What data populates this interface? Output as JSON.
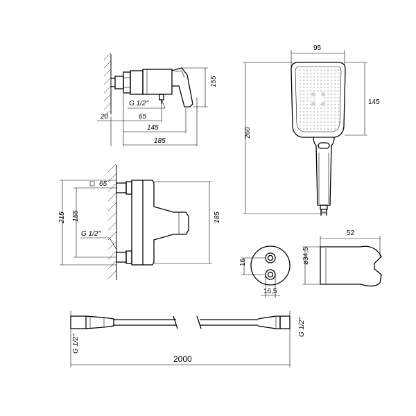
{
  "dimensions": {
    "mixer_side": {
      "thread": "G 1/2''",
      "wall_offset": "20",
      "d65": "65",
      "d145": "145",
      "d185": "185",
      "height": "155"
    },
    "mixer_front": {
      "small_square": "65",
      "total_height": "215",
      "centers": "155",
      "thread": "G 1/2''",
      "body_height": "185"
    },
    "shower_head": {
      "width": "95",
      "head_length": "145",
      "total_length": "260"
    },
    "holder_front": {
      "hole_spacing": "16",
      "hole_width": "16,5"
    },
    "holder_side": {
      "depth": "52",
      "diameter": "ø34,5"
    },
    "hose": {
      "length": "2000",
      "thread_left": "G 1/2''",
      "thread_right": "G 1/2''"
    }
  }
}
